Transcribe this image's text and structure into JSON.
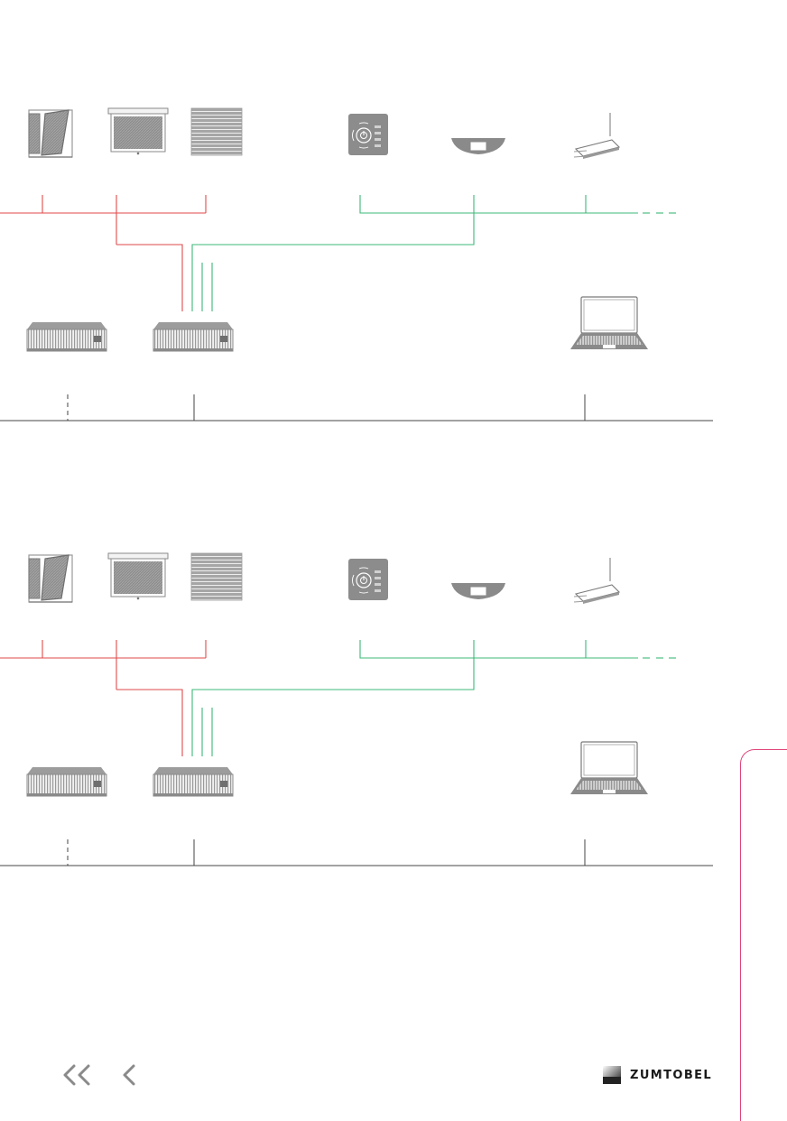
{
  "brand": {
    "name": "ZUMTOBEL"
  },
  "colors": {
    "wiring_red": "#e04a4a",
    "wiring_green": "#3cb878",
    "device_grey": "#8a8a8a",
    "bus_line": "#444444",
    "tab_pink": "#e0457a"
  },
  "navigation": {
    "first_page_icon": "double-chevron-left-icon",
    "previous_page_icon": "chevron-left-icon"
  },
  "diagrams": [
    {
      "id": "upper"
    },
    {
      "id": "lower"
    }
  ]
}
